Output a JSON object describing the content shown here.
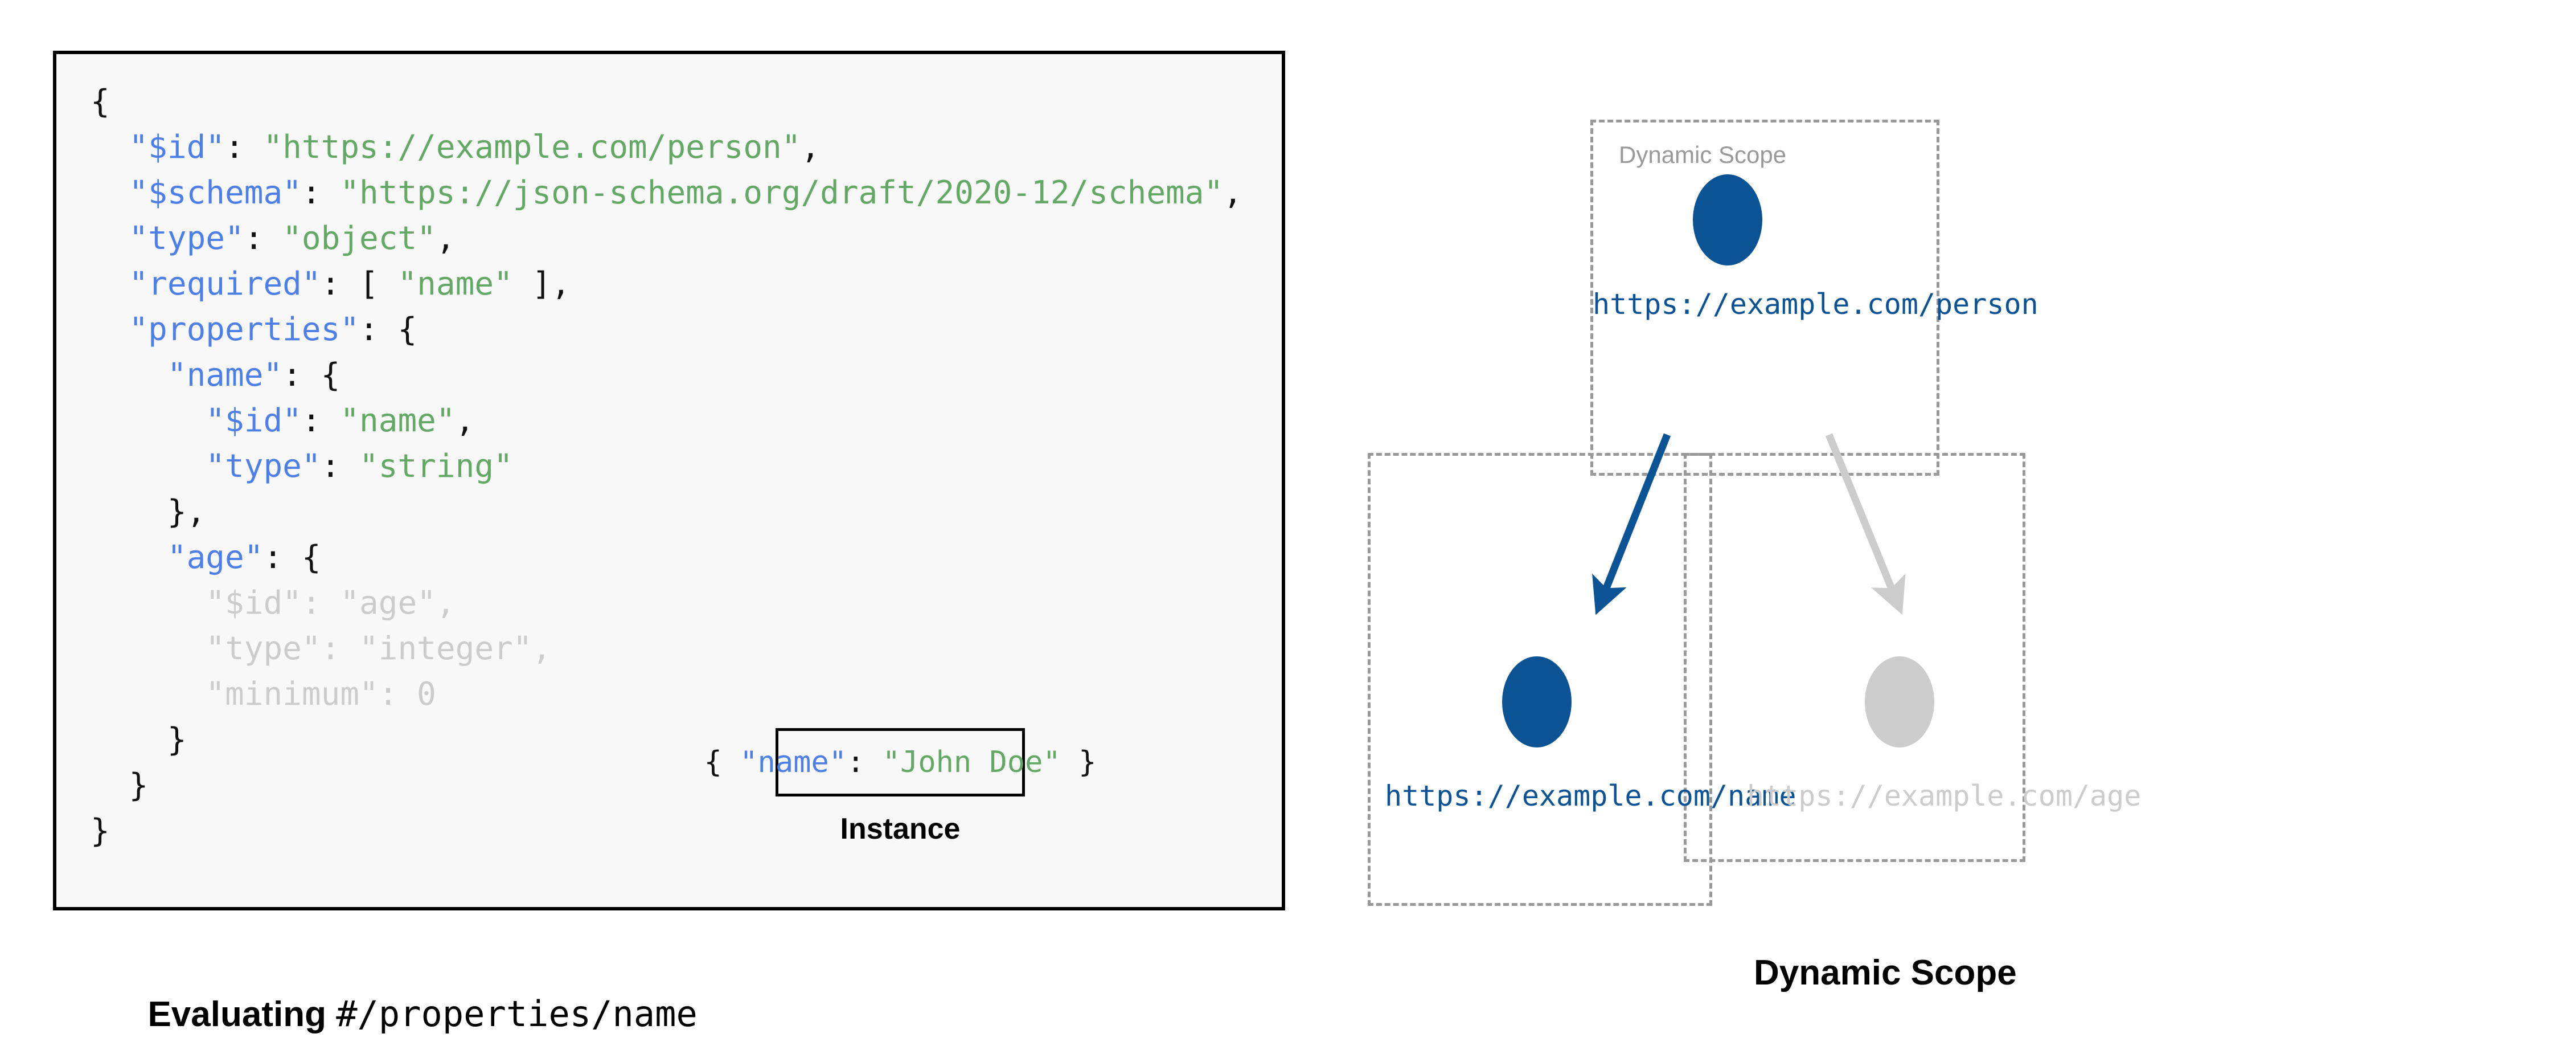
{
  "left_panel": {
    "caption_bold": "Evaluating ",
    "caption_mono": "#/properties/name",
    "schema_lines": [
      {
        "indent": 0,
        "tokens": [
          {
            "t": "{",
            "c": "p"
          }
        ]
      },
      {
        "indent": 1,
        "tokens": [
          {
            "t": "\"$id\"",
            "c": "k"
          },
          {
            "t": ": ",
            "c": "p"
          },
          {
            "t": "\"https://example.com/person\"",
            "c": "s"
          },
          {
            "t": ",",
            "c": "p"
          }
        ]
      },
      {
        "indent": 1,
        "tokens": [
          {
            "t": "\"$schema\"",
            "c": "k"
          },
          {
            "t": ": ",
            "c": "p"
          },
          {
            "t": "\"https://json-schema.org/draft/2020-12/schema\"",
            "c": "s"
          },
          {
            "t": ",",
            "c": "p"
          }
        ]
      },
      {
        "indent": 1,
        "tokens": [
          {
            "t": "\"type\"",
            "c": "k"
          },
          {
            "t": ": ",
            "c": "p"
          },
          {
            "t": "\"object\"",
            "c": "s"
          },
          {
            "t": ",",
            "c": "p"
          }
        ]
      },
      {
        "indent": 1,
        "tokens": [
          {
            "t": "\"required\"",
            "c": "k"
          },
          {
            "t": ": [ ",
            "c": "p"
          },
          {
            "t": "\"name\"",
            "c": "s"
          },
          {
            "t": " ],",
            "c": "p"
          }
        ]
      },
      {
        "indent": 1,
        "tokens": [
          {
            "t": "\"properties\"",
            "c": "k"
          },
          {
            "t": ": {",
            "c": "p"
          }
        ]
      },
      {
        "indent": 2,
        "tokens": [
          {
            "t": "\"name\"",
            "c": "k"
          },
          {
            "t": ": {",
            "c": "p"
          }
        ]
      },
      {
        "indent": 3,
        "tokens": [
          {
            "t": "\"$id\"",
            "c": "k"
          },
          {
            "t": ": ",
            "c": "p"
          },
          {
            "t": "\"name\"",
            "c": "s"
          },
          {
            "t": ",",
            "c": "p"
          }
        ]
      },
      {
        "indent": 3,
        "tokens": [
          {
            "t": "\"type\"",
            "c": "k"
          },
          {
            "t": ": ",
            "c": "p"
          },
          {
            "t": "\"string\"",
            "c": "s"
          }
        ]
      },
      {
        "indent": 2,
        "tokens": [
          {
            "t": "},",
            "c": "p"
          }
        ]
      },
      {
        "indent": 2,
        "tokens": [
          {
            "t": "\"age\"",
            "c": "k"
          },
          {
            "t": ": {",
            "c": "p"
          }
        ]
      },
      {
        "indent": 3,
        "tokens": [
          {
            "t": "\"$id\"",
            "c": "dim"
          },
          {
            "t": ": ",
            "c": "dim"
          },
          {
            "t": "\"age\"",
            "c": "dim"
          },
          {
            "t": ",",
            "c": "dim"
          }
        ]
      },
      {
        "indent": 3,
        "tokens": [
          {
            "t": "\"type\"",
            "c": "dim"
          },
          {
            "t": ": ",
            "c": "dim"
          },
          {
            "t": "\"integer\"",
            "c": "dim"
          },
          {
            "t": ",",
            "c": "dim"
          }
        ]
      },
      {
        "indent": 3,
        "tokens": [
          {
            "t": "\"minimum\"",
            "c": "dim"
          },
          {
            "t": ": ",
            "c": "dim"
          },
          {
            "t": "0",
            "c": "dim"
          }
        ]
      },
      {
        "indent": 2,
        "tokens": [
          {
            "t": "}",
            "c": "p"
          }
        ]
      },
      {
        "indent": 1,
        "tokens": [
          {
            "t": "}",
            "c": "p"
          }
        ]
      },
      {
        "indent": 0,
        "tokens": [
          {
            "t": "}",
            "c": "p"
          }
        ]
      }
    ],
    "instance": {
      "caption": "Instance",
      "tokens": [
        {
          "t": "{ ",
          "c": "p"
        },
        {
          "t": "\"name\"",
          "c": "k"
        },
        {
          "t": ": ",
          "c": "p"
        },
        {
          "t": "\"John Doe\"",
          "c": "s"
        },
        {
          "t": " }",
          "c": "p"
        }
      ]
    }
  },
  "right_panel": {
    "caption": "Dynamic Scope",
    "scope_label": "Dynamic Scope",
    "nodes": [
      {
        "id": "person",
        "label": "https://example.com/person",
        "state": "active"
      },
      {
        "id": "name",
        "label": "https://example.com/name",
        "state": "active"
      },
      {
        "id": "age",
        "label": "https://example.com/age",
        "state": "inactive"
      }
    ]
  },
  "colors": {
    "json_key": "#4d7fe8",
    "json_string": "#63a865",
    "json_punct": "#111111",
    "dimmed": "#cccccc",
    "node_active": "#0b5394",
    "node_inactive": "#cccccc",
    "scope_border": "#999999",
    "panel_bg": "#f8f8f8",
    "panel_border": "#000000"
  }
}
